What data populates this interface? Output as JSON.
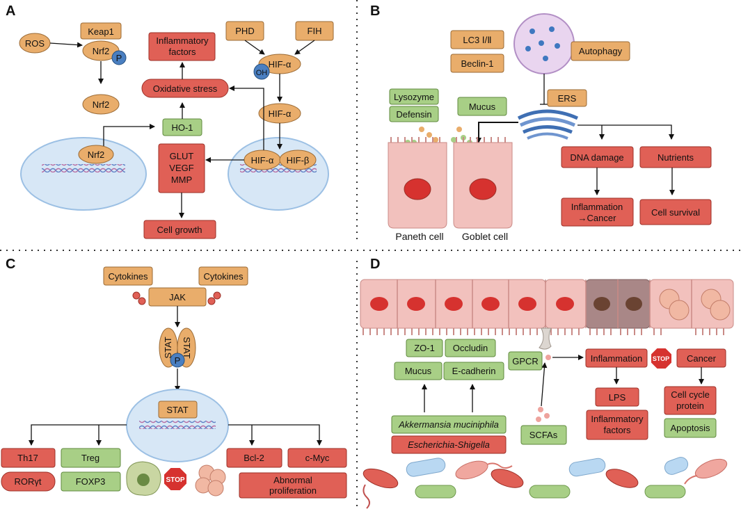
{
  "panels": {
    "a": "A",
    "b": "B",
    "c": "C",
    "d": "D"
  },
  "panel_a": {
    "ros": "ROS",
    "keap1": "Keap1",
    "nrf2_p": "Nrf2",
    "p": "P",
    "nrf2_mid": "Nrf2",
    "nrf2_nuc": "Nrf2",
    "ho1": "HO-1",
    "inflam_factors": [
      "Inflammatory",
      "factors"
    ],
    "oxidative": "Oxidative stress",
    "phd": "PHD",
    "fih": "FIH",
    "hif_oh": "HIF-α",
    "oh": "OH",
    "hif_mid": "HIF-α",
    "hif_a_nuc": "HIF-α",
    "hif_b_nuc": "HIF-β",
    "glut": [
      "GLUT",
      "VEGF",
      "MMP"
    ],
    "cell_growth": "Cell growth"
  },
  "panel_b": {
    "lc3": "LC3 Ⅰ/Ⅱ",
    "beclin": "Beclin-1",
    "autophagy": "Autophagy",
    "ers": "ERS",
    "lysozyme": "Lysozyme",
    "defensin": "Defensin",
    "mucus": "Mucus",
    "dna_damage": "DNA damage",
    "nutrients": "Nutrients",
    "inflam_cancer": [
      "Inflammation",
      "→Cancer"
    ],
    "cell_survival": "Cell survival",
    "paneth": "Paneth cell",
    "goblet": "Goblet cell"
  },
  "panel_c": {
    "cytokines_l": "Cytokines",
    "cytokines_r": "Cytokines",
    "jak": "JAK",
    "stat_l": "STAT",
    "stat_r": "STAT",
    "p": "P",
    "stat_nuc": "STAT",
    "th17": "Th17",
    "treg": "Treg",
    "roryt": "RORγt",
    "foxp3": "FOXP3",
    "stop": "STOP",
    "bcl2": "Bcl-2",
    "cmyc": "c-Myc",
    "abnormal": [
      "Abnormal",
      "proliferation"
    ]
  },
  "panel_d": {
    "zo1": "ZO-1",
    "occludin": "Occludin",
    "mucus": "Mucus",
    "ecadherin": "E-cadherin",
    "gpcr": "GPCR",
    "akkermansia": "Akkermansia muciniphila",
    "escherichia": "Escherichia-Shigella",
    "scfas": "SCFAs",
    "inflammation": "Inflammation",
    "stop": "STOP",
    "cancer": "Cancer",
    "lps": "LPS",
    "inflam_factors": [
      "Inflammatory",
      "factors"
    ],
    "cell_cycle": [
      "Cell cycle",
      "protein"
    ],
    "apoptosis": "Apoptosis"
  },
  "colors": {
    "orange": "#e9ad6b",
    "green": "#a8cf86",
    "red": "#e06056",
    "blue": "#4a7fc1",
    "nucleus": "#d7e7f6",
    "cell": "#f2c1bd"
  }
}
